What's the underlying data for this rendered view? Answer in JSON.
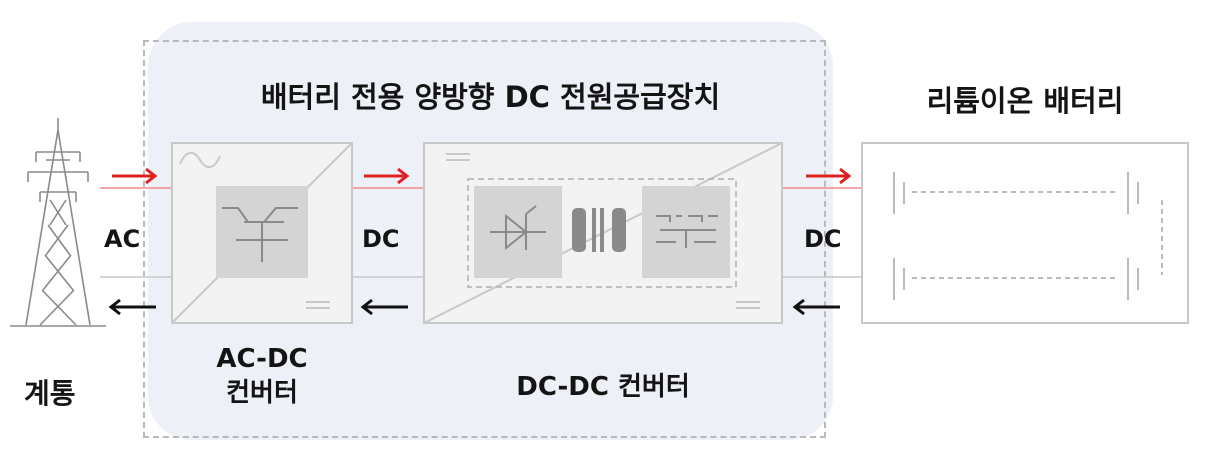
{
  "title": "배터리 전용 양방향 DC 전원공급장치",
  "battery_title": "리튬이온 배터리",
  "grid_label": "계통",
  "labels": {
    "ac": "AC",
    "dc_left": "DC",
    "dc_right": "DC"
  },
  "acdc_label": {
    "line1": "AC-DC",
    "line2": "컨버터"
  },
  "dcdc_label": "DC-DC 컨버터",
  "colors": {
    "panel_bg": "#eef0f8",
    "forward_arrow": "#e02020",
    "reverse_arrow": "#111111",
    "forward_line": "#f08a8a",
    "reverse_line": "#c8c8c8",
    "component_border": "#c8c8c8",
    "component_fill": "#d4d4d4"
  },
  "icons": [
    "transmission-tower-icon",
    "sine-wave-icon",
    "rectifier-icon",
    "diode-icon",
    "transformer-icon",
    "switch-icon",
    "battery-cell-icon"
  ]
}
